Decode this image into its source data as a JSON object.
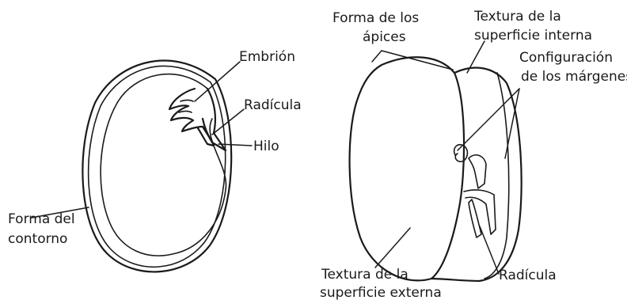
{
  "left_seed": {
    "labels": {
      "embryo": "Embrión",
      "radicle": "Radícula",
      "hilum": "Hilo",
      "outline_line1": "Forma del",
      "outline_line2": "contorno"
    }
  },
  "right_seed": {
    "labels": {
      "apices_line1": "Forma de los",
      "apices_line2": "ápices",
      "inner_texture_line1": "Textura de la",
      "inner_texture_line2": "superficie interna",
      "margins_line1": "Configuración",
      "margins_line2": "de los márgenes",
      "outer_texture_line1": "Textura de la",
      "outer_texture_line2": "superficie externa",
      "radicle": "Radícula"
    }
  },
  "colors": {
    "ink": "#1a1a1a",
    "background": "#ffffff"
  }
}
